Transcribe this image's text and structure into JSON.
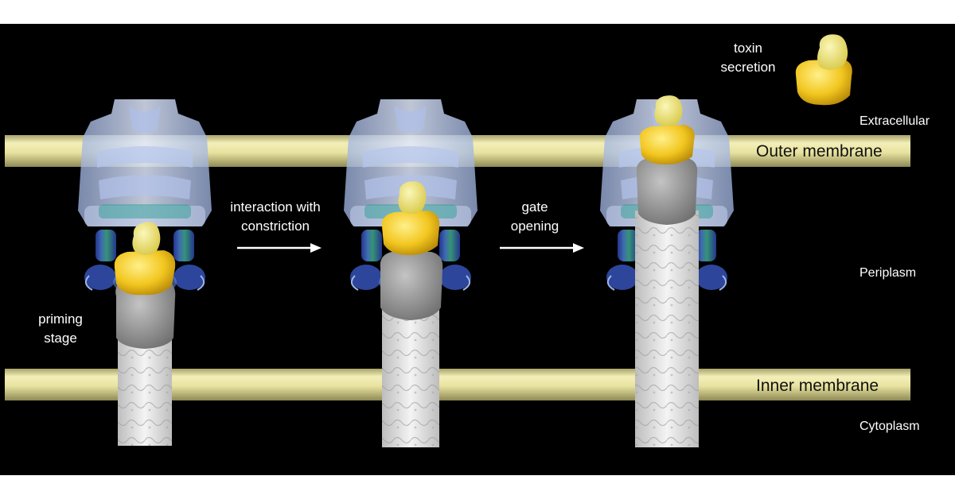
{
  "regions": {
    "extracellular": "Extracellular",
    "periplasm": "Periplasm",
    "cytoplasm": "Cytoplasm"
  },
  "membranes": {
    "outer": "Outer membrane",
    "inner": "Inner membrane"
  },
  "steps": {
    "priming": [
      "priming",
      "stage"
    ],
    "interaction": [
      "interaction with",
      "constriction"
    ],
    "gate": [
      "gate",
      "opening"
    ],
    "secretion": [
      "toxin",
      "secretion"
    ]
  },
  "colors": {
    "background": "#000000",
    "membrane": "#e8e3a0",
    "channel": "#c8d6f2",
    "toxin_yellow": "#f2c61f",
    "toxin_light": "#ece27a",
    "substrate_gray": "#8f8f8f",
    "filament": "#e6e6e6"
  }
}
